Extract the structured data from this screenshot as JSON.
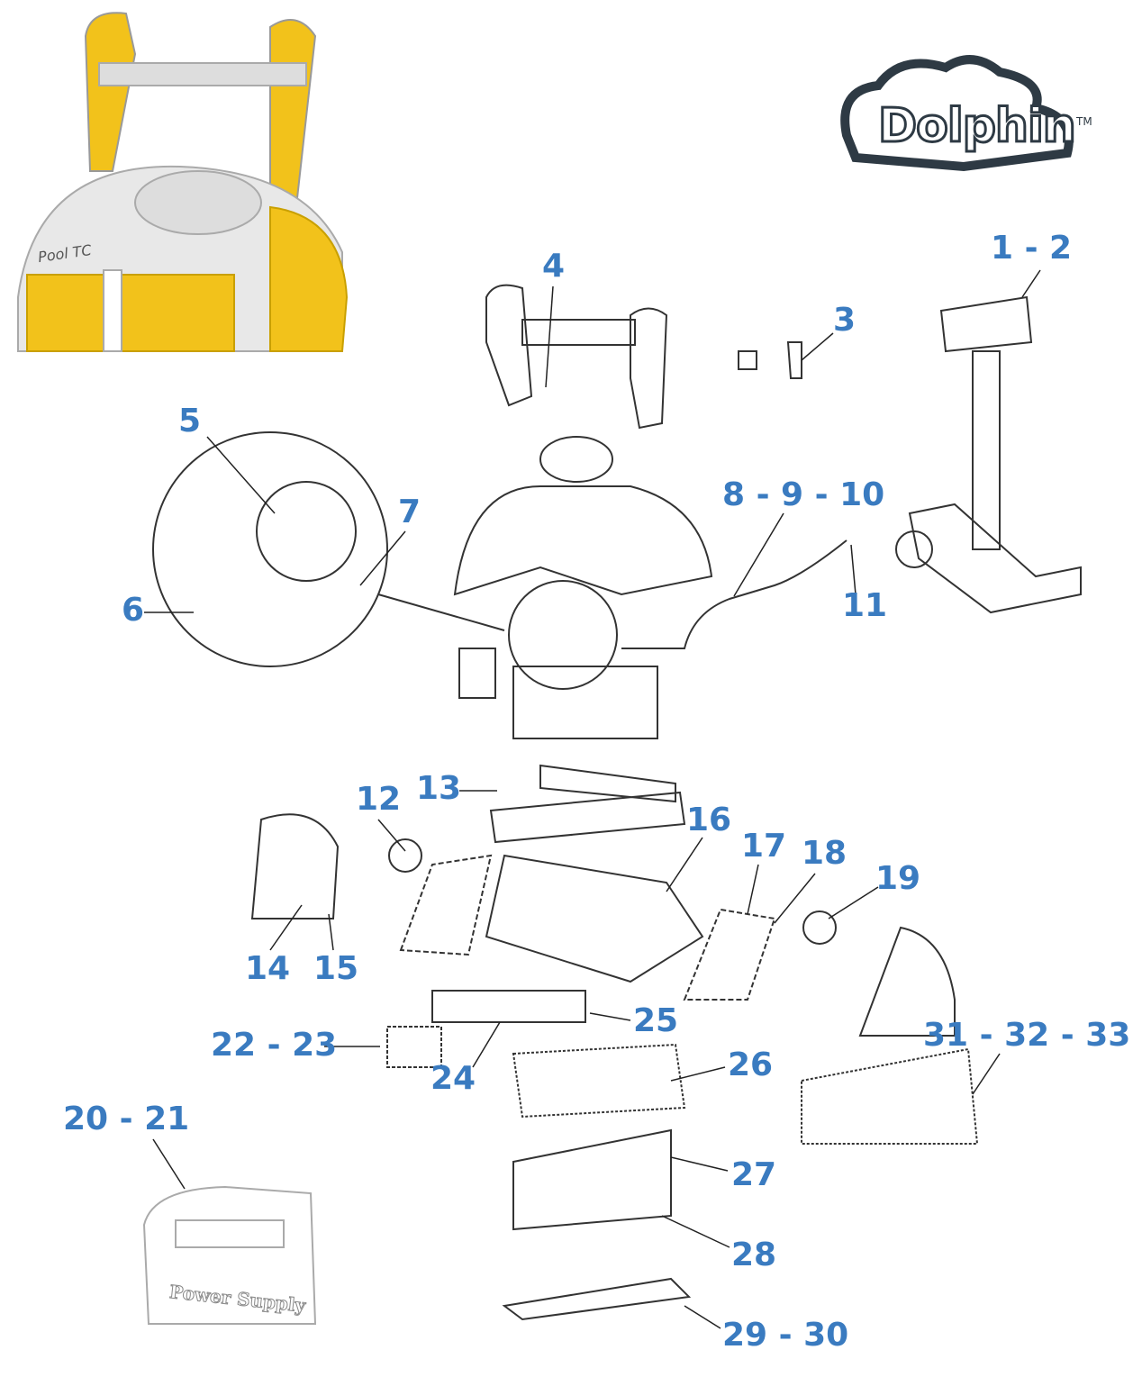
{
  "brand": {
    "logo_text": "Dolphin",
    "trademark": "TM"
  },
  "product": {
    "badge": "Pool TC"
  },
  "power_supply_text": "Power Supply",
  "callouts": [
    "1 - 2",
    "3",
    "4",
    "5",
    "6",
    "7",
    "8 - 9 - 10",
    "11",
    "12",
    "13",
    "14",
    "15",
    "16",
    "17",
    "18",
    "19",
    "20 - 21",
    "22 - 23",
    "24",
    "25",
    "26",
    "27",
    "28",
    "29 - 30",
    "31 - 32 - 33"
  ],
  "colors": {
    "label": "#3a7bc0",
    "robot_accent": "#f2c21b",
    "line": "#333333"
  }
}
